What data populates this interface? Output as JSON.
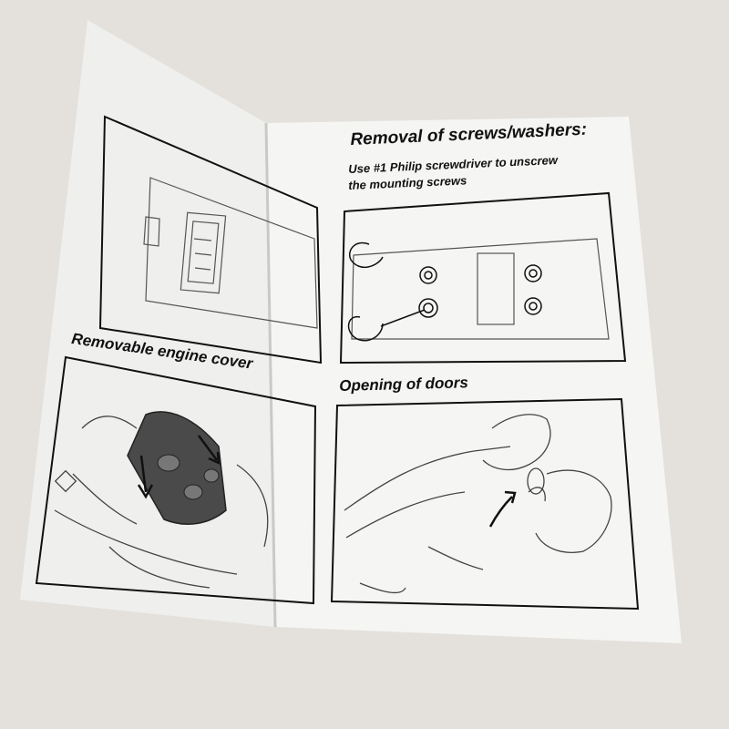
{
  "sections": {
    "removal_title": "Removal of screws/washers:",
    "removal_line1": "Use #1 Philip screwdriver to unscrew",
    "removal_line2": "the mounting screws",
    "engine_title": "Removable engine cover",
    "doors_title": "Opening of doors"
  },
  "colors": {
    "background": "#e4e1dc",
    "paper_left": "#efefee",
    "paper_right": "#f4f4f3",
    "ink": "#111111"
  }
}
